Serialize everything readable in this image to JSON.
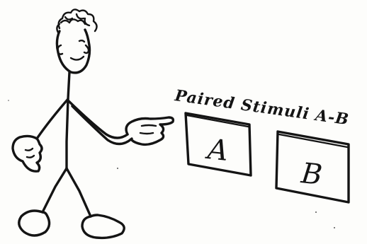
{
  "caption": "Paired Stimuli A-B",
  "stimulus_a": {
    "letter": "A"
  },
  "stimulus_b": {
    "letter": "B"
  }
}
